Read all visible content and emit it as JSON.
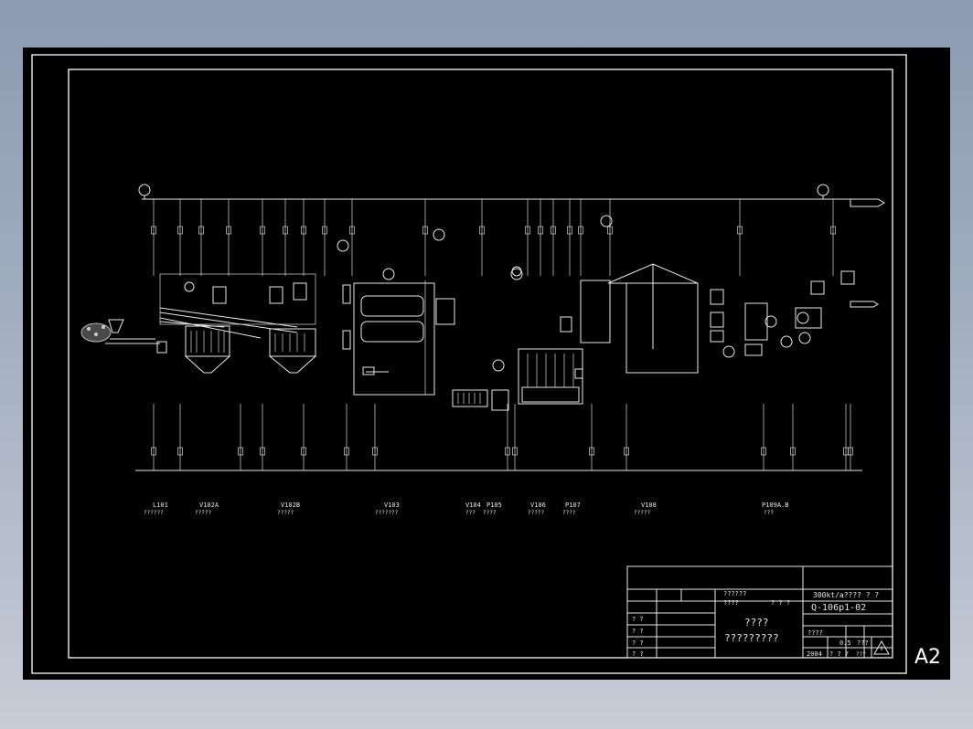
{
  "sheet_size": "A2",
  "drawing_no": "Q-106p1-02",
  "project_title": "300kt/a???? ? ?",
  "drawing_title": [
    "????",
    "?????????"
  ],
  "header_left": [
    "??????",
    "????",
    "? ? ?"
  ],
  "scale_row": {
    "label": "????",
    "value": "0.5",
    "extra": "???"
  },
  "date_row": {
    "date": "2004",
    "marks": "? ? ?",
    "extra": "???"
  },
  "sign_rows": [
    "? ?",
    "? ?",
    "? ?",
    "? ?"
  ],
  "equipment_labels": [
    {
      "tag": "L101",
      "name": "??????"
    },
    {
      "tag": "V102A",
      "name": "?????"
    },
    {
      "tag": "V102B",
      "name": "?????"
    },
    {
      "tag": "V103",
      "name": "???????"
    },
    {
      "tag": "V104",
      "name": "???"
    },
    {
      "tag": "P105",
      "name": "????"
    },
    {
      "tag": "V106",
      "name": "?????"
    },
    {
      "tag": "P107",
      "name": "????"
    },
    {
      "tag": "V108",
      "name": "?????"
    },
    {
      "tag": "P109A.B",
      "name": "???"
    }
  ],
  "icons": [
    "warning-triangle-icon"
  ],
  "colors": {
    "canvas": "#000000",
    "linework": "#e8e8e8",
    "background": "#9aa7bb"
  }
}
